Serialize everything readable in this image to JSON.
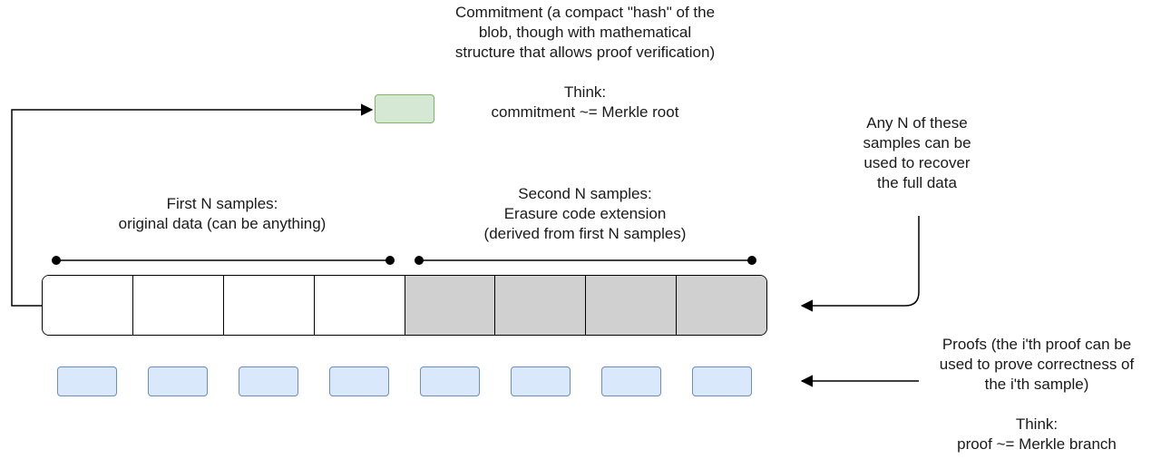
{
  "commitment": {
    "description_lines": [
      "Commitment (a compact \"hash\" of the",
      "blob, though with mathematical",
      "structure that allows proof verification)"
    ],
    "think_heading": "Think:",
    "think_text": "commitment ~= Merkle root",
    "box_fill": "#d5e8d4",
    "box_border": "#82b366"
  },
  "first_range": {
    "lines": [
      "First N samples:",
      "original data (can be anything)"
    ]
  },
  "second_range": {
    "lines": [
      "Second N samples:",
      "Erasure code extension",
      "(derived from first N samples)"
    ]
  },
  "recovery_note": {
    "lines": [
      "Any N of these",
      "samples can be",
      "used to recover",
      "the full data"
    ]
  },
  "proofs_note": {
    "lines": [
      "Proofs (the i'th proof can be",
      "used to prove correctness of",
      "the i'th sample)"
    ],
    "think_heading": "Think:",
    "think_text": "proof  ~= Merkle branch"
  },
  "blob": {
    "samples": [
      {
        "kind": "original",
        "fill": "#ffffff"
      },
      {
        "kind": "original",
        "fill": "#ffffff"
      },
      {
        "kind": "original",
        "fill": "#ffffff"
      },
      {
        "kind": "original",
        "fill": "#ffffff"
      },
      {
        "kind": "extension",
        "fill": "#d0d0d0"
      },
      {
        "kind": "extension",
        "fill": "#d0d0d0"
      },
      {
        "kind": "extension",
        "fill": "#d0d0d0"
      },
      {
        "kind": "extension",
        "fill": "#d0d0d0"
      }
    ]
  },
  "proofs": {
    "count": 8,
    "fill": "#dae8fc",
    "border": "#6c8ebf"
  }
}
